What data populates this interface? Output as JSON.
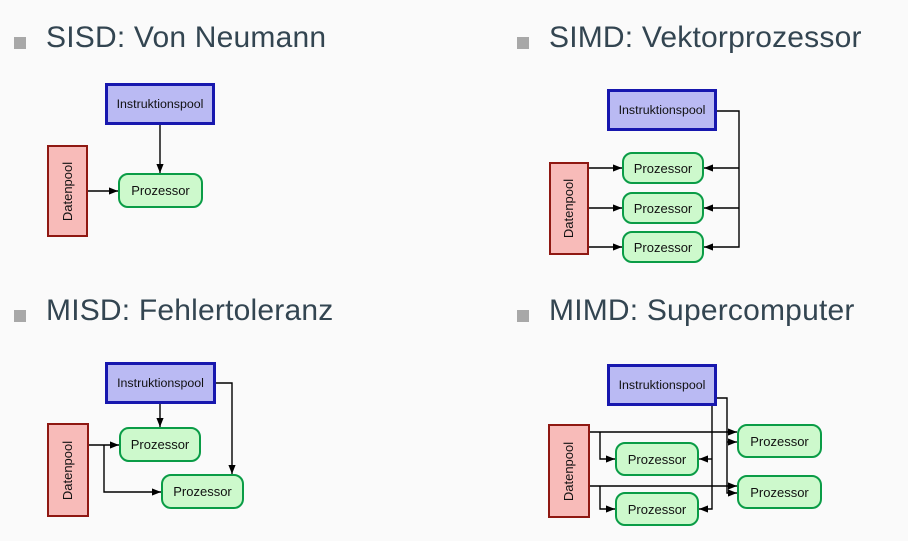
{
  "palette": {
    "bg": "#fafafa",
    "heading_text": "#334551",
    "bullet": "#a8a8a8",
    "instr_fill": "#babaf3",
    "instr_border": "#1717ae",
    "data_fill": "#f8bbb9",
    "data_border": "#8f1812",
    "proc_fill": "#cdf9cc",
    "proc_border": "#0a9c46",
    "line": "#000000"
  },
  "labels": {
    "instruktionspool": "Instruktionspool",
    "datenpool": "Datenpool",
    "prozessor": "Prozessor"
  },
  "sections": [
    {
      "id": "sisd",
      "heading": "SISD: Von Neumann"
    },
    {
      "id": "simd",
      "heading": "SIMD: Vektorprozessor"
    },
    {
      "id": "misd",
      "heading": "MISD: Fehlertoleranz"
    },
    {
      "id": "mimd",
      "heading": "MIMD: Supercomputer"
    }
  ]
}
